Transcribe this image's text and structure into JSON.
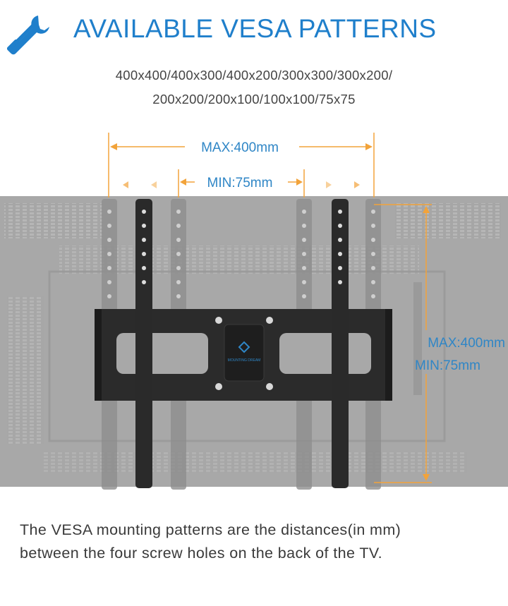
{
  "colors": {
    "title": "#1f7fcb",
    "dimension": "#f2a33a",
    "label_blue": "#2f86c6",
    "tv_back": "#a9a9a9",
    "bracket": "#2a2a2a"
  },
  "header": {
    "icon": "tools-wrench-screwdriver-icon",
    "title": "AVAILABLE VESA PATTERNS",
    "patterns_line1": "400x400/400x300/400x200/300x300/300x200/",
    "patterns_line2": "200x200/200x100/100x100/75x75"
  },
  "dimensions": {
    "horizontal_max": "MAX:400mm",
    "horizontal_min": "MIN:75mm",
    "vertical_max": "MAX:400mm",
    "vertical_min": "MIN:75mm"
  },
  "bracket": {
    "logo_text": "MOUNTING DREAM"
  },
  "footer": {
    "line1": "The VESA mounting patterns are the distances(in mm)",
    "line2": "between the four screw holes on the back of the TV."
  }
}
